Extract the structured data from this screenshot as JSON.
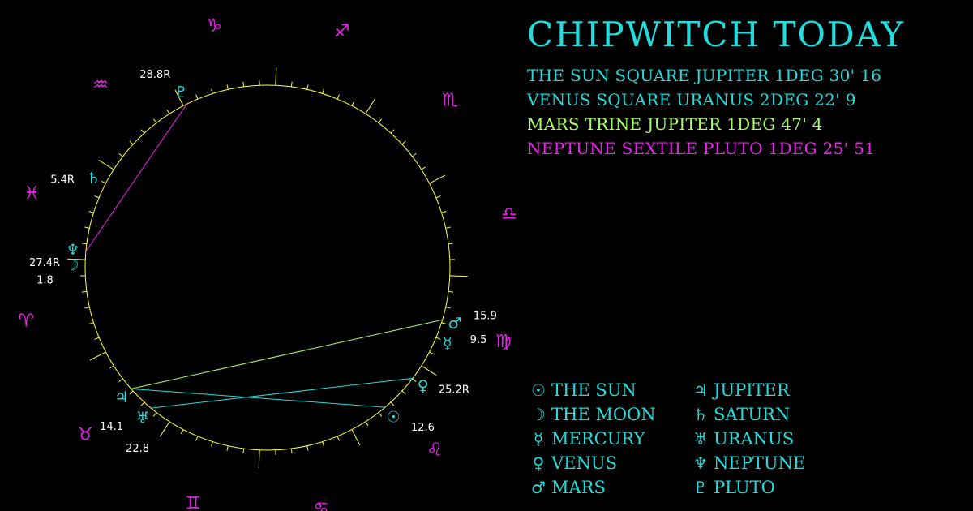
{
  "title": "CHIPWITCH TODAY",
  "aspects": [
    {
      "text": "THE SUN SQUARE JUPITER 1DEG 30' 16",
      "color": "#22dddd"
    },
    {
      "text": "VENUS SQUARE URANUS 2DEG 22' 9",
      "color": "#22dddd"
    },
    {
      "text": "MARS TRINE JUPITER 1DEG 47' 4",
      "color": "#aaff66"
    },
    {
      "text": "NEPTUNE SEXTILE PLUTO 1DEG 25' 51",
      "color": "#ee22ee"
    }
  ],
  "legend": [
    {
      "glyph": "☉",
      "icon": "sun-icon",
      "label": "THE SUN"
    },
    {
      "glyph": "☽",
      "icon": "moon-icon",
      "label": "THE MOON"
    },
    {
      "glyph": "☿",
      "icon": "mercury-icon",
      "label": "MERCURY"
    },
    {
      "glyph": "♀",
      "icon": "venus-icon",
      "label": "VENUS"
    },
    {
      "glyph": "♂",
      "icon": "mars-icon",
      "label": "MARS"
    },
    {
      "glyph": "♃",
      "icon": "jupiter-icon",
      "label": "JUPITER"
    },
    {
      "glyph": "♄",
      "icon": "saturn-icon",
      "label": "SATURN"
    },
    {
      "glyph": "♅",
      "icon": "uranus-icon",
      "label": "URANUS"
    },
    {
      "glyph": "♆",
      "icon": "neptune-icon",
      "label": "NEPTUNE"
    },
    {
      "glyph": "♇",
      "icon": "pluto-icon",
      "label": "PLUTO"
    }
  ],
  "chart": {
    "colors": {
      "circle": "#ffff44",
      "signs": "#ee22ee",
      "planets": "#22dddd",
      "degrees": "#ffffff",
      "background": "#000000"
    },
    "signs": [
      {
        "name": "aries",
        "glyph": "♈"
      },
      {
        "name": "taurus",
        "glyph": "♉"
      },
      {
        "name": "gemini",
        "glyph": "♊"
      },
      {
        "name": "cancer",
        "glyph": "♋"
      },
      {
        "name": "leo",
        "glyph": "♌"
      },
      {
        "name": "virgo",
        "glyph": "♍"
      },
      {
        "name": "libra",
        "glyph": "♎"
      },
      {
        "name": "scorpio",
        "glyph": "♏"
      },
      {
        "name": "sagittarius",
        "glyph": "♐"
      },
      {
        "name": "capricorn",
        "glyph": "♑"
      },
      {
        "name": "aquarius",
        "glyph": "♒"
      },
      {
        "name": "pisces",
        "glyph": "♓"
      }
    ],
    "planets": [
      {
        "name": "sun",
        "glyph": "☉",
        "sign": "leo",
        "degree": 12.6,
        "label": "12.6"
      },
      {
        "name": "moon",
        "glyph": "☽",
        "sign": "aries",
        "degree": 1.8,
        "label": "1.8"
      },
      {
        "name": "mercury",
        "glyph": "☿",
        "sign": "virgo",
        "degree": 9.5,
        "label": "9.5"
      },
      {
        "name": "venus",
        "glyph": "♀",
        "sign": "leo",
        "degree": 25.2,
        "label": "25.2R"
      },
      {
        "name": "mars",
        "glyph": "♂",
        "sign": "virgo",
        "degree": 15.9,
        "label": "15.9"
      },
      {
        "name": "jupiter",
        "glyph": "♃",
        "sign": "taurus",
        "degree": 14.1,
        "label": "14.1"
      },
      {
        "name": "saturn",
        "glyph": "♄",
        "sign": "pisces",
        "degree": 5.4,
        "label": "5.4R"
      },
      {
        "name": "uranus",
        "glyph": "♅",
        "sign": "taurus",
        "degree": 22.8,
        "label": "22.8"
      },
      {
        "name": "neptune",
        "glyph": "♆",
        "sign": "pisces",
        "degree": 27.4,
        "label": "27.4R"
      },
      {
        "name": "pluto",
        "glyph": "♇",
        "sign": "capricorn",
        "degree": 28.8,
        "label": "28.8R"
      }
    ],
    "aspect_lines": [
      {
        "from": "sun",
        "to": "jupiter",
        "color": "#22dddd"
      },
      {
        "from": "venus",
        "to": "uranus",
        "color": "#22dddd"
      },
      {
        "from": "mars",
        "to": "jupiter",
        "color": "#aaff66"
      },
      {
        "from": "neptune",
        "to": "pluto",
        "color": "#ee22ee"
      }
    ]
  }
}
